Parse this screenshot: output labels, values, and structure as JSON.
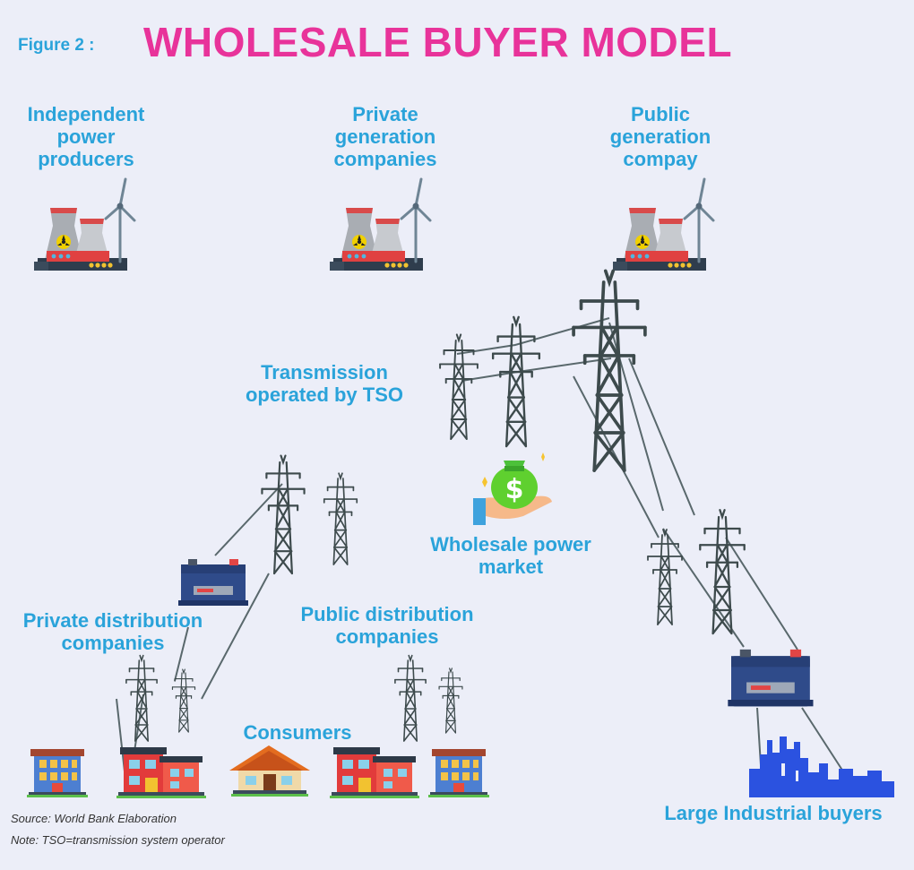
{
  "header": {
    "figure_label": "Figure 2 :",
    "title": "WHOLESALE BUYER MODEL"
  },
  "generators": [
    {
      "label_lines": [
        "Independent",
        "power",
        "producers"
      ],
      "icon": "power-plant-icon"
    },
    {
      "label_lines": [
        "Private",
        "generation",
        "companies"
      ],
      "icon": "power-plant-icon"
    },
    {
      "label_lines": [
        "Public",
        "generation",
        "compay"
      ],
      "icon": "power-plant-icon"
    }
  ],
  "nodes": {
    "transmission": {
      "lines": [
        "Transmission",
        "operated by TSO"
      ]
    },
    "market": {
      "lines": [
        "Wholesale power",
        "market"
      ],
      "icon": "money-bag-hand-icon"
    },
    "private_distribution": {
      "lines": [
        "Private distribution",
        "companies"
      ]
    },
    "public_distribution": {
      "lines": [
        "Public distribution",
        "companies"
      ]
    },
    "consumers": {
      "label": "Consumers"
    },
    "industrial": {
      "label": "Large Industrial buyers",
      "icon": "factory-skyline-icon"
    }
  },
  "footer": {
    "source": "Source: World Bank Elaboration",
    "note": "Note: TSO=transmission system operator"
  },
  "colors": {
    "title": "#e8339a",
    "label": "#2aa3da",
    "tower": "#3d4a4c",
    "battery": "#2f4b8a",
    "industrial": "#2b52e0",
    "money": "#5fd02f"
  }
}
